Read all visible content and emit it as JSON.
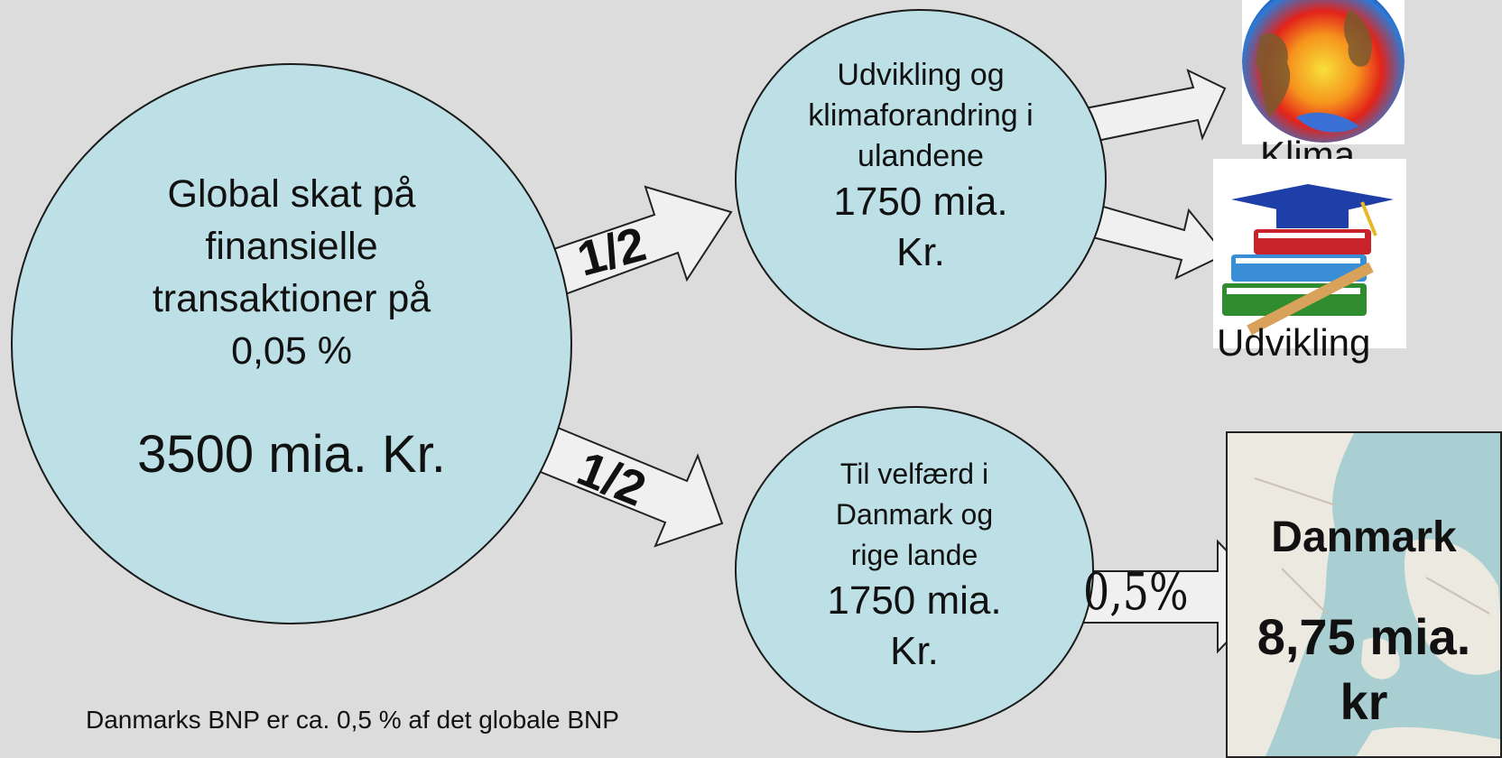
{
  "main": {
    "description": "Global skat på finansielle transaktioner på 0,05 %",
    "amount": "3500 mia. Kr."
  },
  "arrows": {
    "upper_fraction": "1/2",
    "lower_fraction": "1/2",
    "denmark_share": "0,5%"
  },
  "top_circle": {
    "description": "Udvikling og klimaforandring i ulandene",
    "amount": "1750 mia. Kr."
  },
  "bottom_circle": {
    "description": "Til velfærd i Danmark og rige lande",
    "amount": "1750 mia. Kr."
  },
  "targets": {
    "klima_label": "Klima",
    "udvikling_label": "Udvikling",
    "danmark_title": "Danmark",
    "danmark_amount": "8,75 mia. kr"
  },
  "footnote": "Danmarks BNP er ca. 0,5 % af det globale BNP",
  "colors": {
    "background": "#dcdcdc",
    "circle_fill": "#bce0e5",
    "arrow_fill": "#f0f0f0",
    "map_water": "#a9cfd2",
    "map_land": "#ece9e0"
  },
  "icons": [
    "globe-temperature-map-icon",
    "books-graduation-cap-icon",
    "denmark-map-icon"
  ]
}
